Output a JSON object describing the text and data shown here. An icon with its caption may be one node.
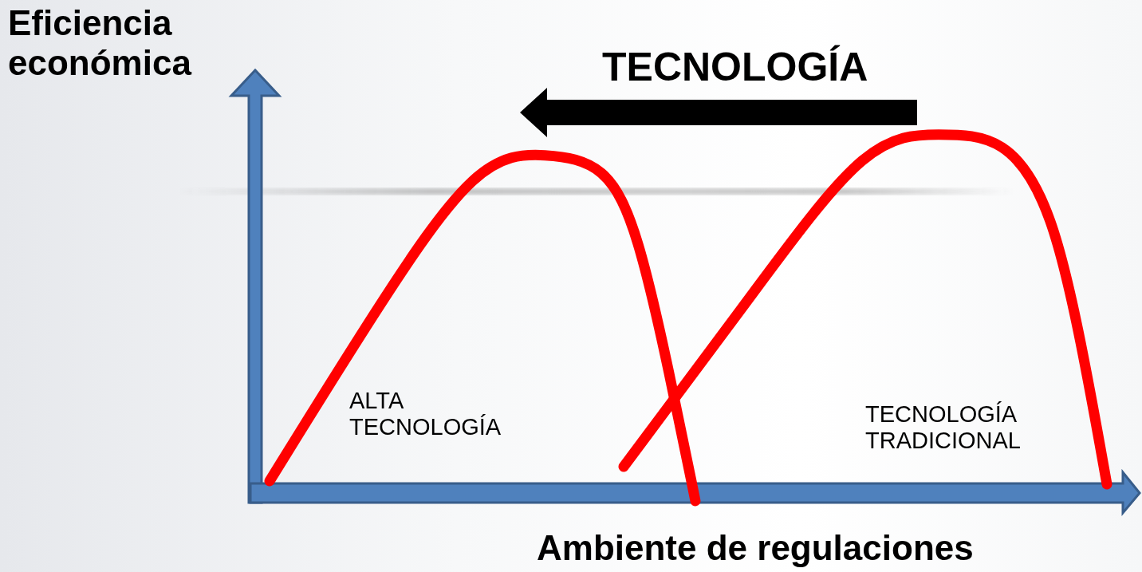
{
  "diagram": {
    "labels": [
      "Eficiencia económica",
      "TECNOLOGÍA",
      "ALTA TECNOLOGÍA",
      "TECNOLOGÍA TRADICIONAL",
      "Ambiente de regulaciones"
    ]
  }
}
